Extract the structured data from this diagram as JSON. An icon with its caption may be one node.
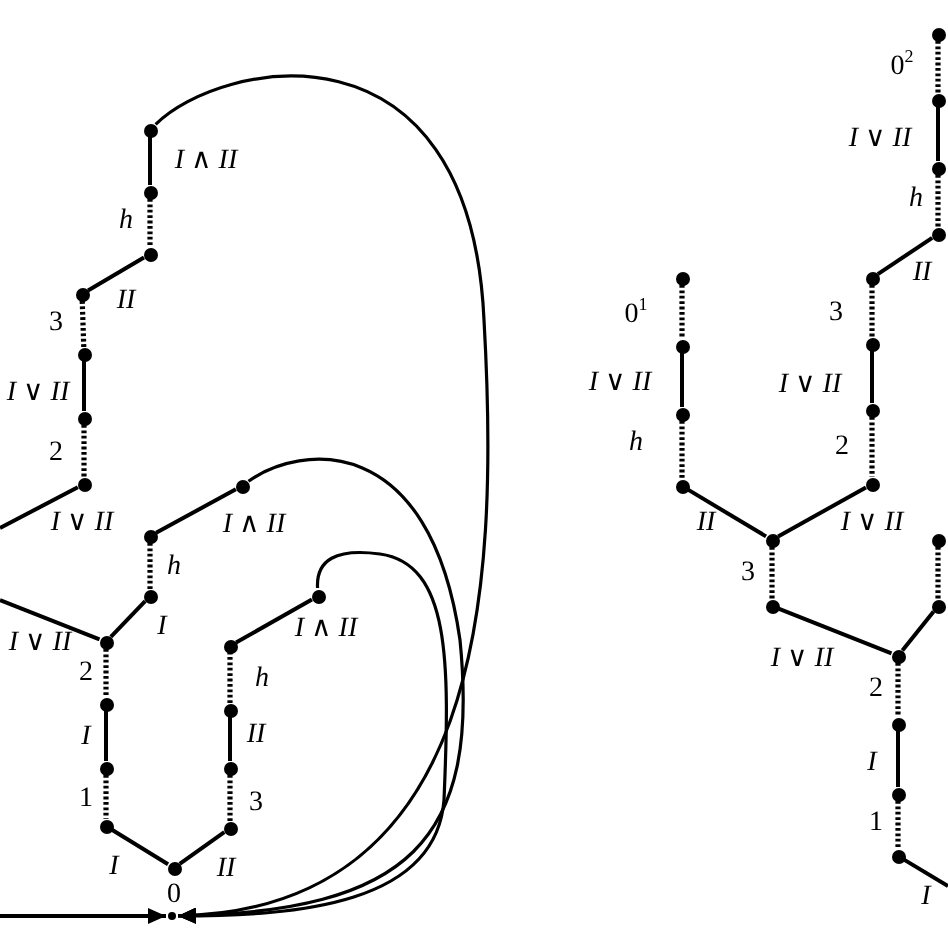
{
  "diagram": {
    "nodes": [
      {
        "text": [],
        "shape": "circle"
      },
      {
        "text": [],
        "shape": "circle"
      },
      {
        "text": [],
        "shape": "circle"
      },
      {
        "text": [],
        "shape": "circle"
      },
      {
        "text": [],
        "shape": "circle"
      },
      {
        "text": [],
        "shape": "circle"
      },
      {
        "text": [],
        "shape": "circle"
      },
      {
        "text": [],
        "shape": "circle"
      },
      {
        "text": [],
        "shape": "circle"
      },
      {
        "text": [],
        "shape": "circle"
      },
      {
        "text": [],
        "shape": "circle"
      },
      {
        "text": [],
        "shape": "circle"
      },
      {
        "text": [],
        "shape": "circle"
      },
      {
        "text": [],
        "shape": "circle"
      },
      {
        "text": [],
        "shape": "circle"
      },
      {
        "text": [],
        "shape": "circle"
      },
      {
        "text": [],
        "shape": "circle"
      },
      {
        "text": [],
        "shape": "circle"
      },
      {
        "text": [],
        "shape": "circle"
      },
      {
        "text": [],
        "shape": "circle",
        "beside": [
          "0"
        ]
      },
      {
        "text": [],
        "shape": "point"
      },
      {
        "text": [],
        "shape": "circle"
      },
      {
        "text": [],
        "shape": "circle"
      },
      {
        "text": [],
        "shape": "circle"
      },
      {
        "text": [],
        "shape": "circle"
      },
      {
        "text": [],
        "shape": "circle"
      },
      {
        "text": [],
        "shape": "circle"
      },
      {
        "text": [],
        "shape": "circle"
      },
      {
        "text": [],
        "shape": "circle"
      },
      {
        "text": [],
        "shape": "circle"
      },
      {
        "text": [],
        "shape": "circle"
      },
      {
        "text": [],
        "shape": "circle"
      },
      {
        "text": [],
        "shape": "circle"
      },
      {
        "text": [],
        "shape": "circle"
      },
      {
        "text": [],
        "shape": "circle"
      },
      {
        "text": [],
        "shape": "circle"
      },
      {
        "text": [],
        "shape": "circle"
      },
      {
        "text": [],
        "shape": "circle"
      },
      {
        "text": [],
        "shape": "circle"
      },
      {
        "text": [],
        "shape": "circle"
      },
      {
        "text": [],
        "shape": "circle"
      }
    ],
    "edges": [
      {
        "from": 0,
        "to": 1,
        "arrow": "none",
        "label": "I ∧ II"
      },
      {
        "from": 1,
        "to": 2,
        "arrow": "none",
        "label": "h",
        "style": "dashed"
      },
      {
        "from": 2,
        "to": 3,
        "arrow": "none",
        "label": "II"
      },
      {
        "from": 3,
        "to": 4,
        "arrow": "none",
        "label": "3",
        "style": "dashed"
      },
      {
        "from": 4,
        "to": 5,
        "arrow": "none",
        "label": "I ∨ II"
      },
      {
        "from": 5,
        "to": 6,
        "arrow": "none",
        "label": "2",
        "style": "dashed"
      },
      {
        "from": 6,
        "to": null,
        "arrow": "none",
        "label": "I ∨ II"
      },
      {
        "from": null,
        "to": 11,
        "arrow": "none",
        "label": "I ∨ II"
      },
      {
        "from": 11,
        "to": 10,
        "arrow": "none",
        "label": "I"
      },
      {
        "from": 10,
        "to": 8,
        "arrow": "none",
        "label": "h",
        "style": "dashed"
      },
      {
        "from": 8,
        "to": 7,
        "arrow": "none",
        "label": "I ∧ II"
      },
      {
        "from": 11,
        "to": 13,
        "arrow": "none",
        "label": "2",
        "style": "dashed"
      },
      {
        "from": 13,
        "to": 15,
        "arrow": "none",
        "label": "I"
      },
      {
        "from": 15,
        "to": 17,
        "arrow": "none",
        "label": "1",
        "style": "dashed"
      },
      {
        "from": 17,
        "to": 19,
        "arrow": "none",
        "label": "I"
      },
      {
        "from": 19,
        "to": 18,
        "arrow": "none",
        "label": "II"
      },
      {
        "from": 18,
        "to": 16,
        "arrow": "none",
        "label": "3",
        "style": "dashed"
      },
      {
        "from": 16,
        "to": 14,
        "arrow": "none",
        "label": "II"
      },
      {
        "from": 14,
        "to": 12,
        "arrow": "none",
        "label": "h",
        "style": "dashed"
      },
      {
        "from": 12,
        "to": 9,
        "arrow": "none",
        "label": "I ∧ II"
      },
      {
        "from": null,
        "to": 20,
        "arrow": "to"
      },
      {
        "from": 0,
        "to": 20,
        "arrow": "to"
      },
      {
        "from": 7,
        "to": 20,
        "arrow": "to"
      },
      {
        "from": 9,
        "to": 20,
        "arrow": "to"
      },
      {
        "from": 21,
        "to": 22,
        "arrow": "none",
        "label": "0$^{2}$",
        "style": "dashed"
      },
      {
        "from": 22,
        "to": 23,
        "arrow": "none",
        "label": "I ∨ II"
      },
      {
        "from": 23,
        "to": 24,
        "arrow": "none",
        "label": "h",
        "style": "dashed"
      },
      {
        "from": 24,
        "to": 26,
        "arrow": "none",
        "label": "II"
      },
      {
        "from": 26,
        "to": 27,
        "arrow": "none",
        "label": "3",
        "style": "dashed"
      },
      {
        "from": 27,
        "to": 29,
        "arrow": "none",
        "label": "I ∨ II"
      },
      {
        "from": 29,
        "to": 31,
        "arrow": "none",
        "label": "2",
        "style": "dashed"
      },
      {
        "from": 25,
        "to": 28,
        "arrow": "none",
        "label": "0$^{1}$",
        "style": "dashed"
      },
      {
        "from": 28,
        "to": 30,
        "arrow": "none",
        "label": "I ∨ II"
      },
      {
        "from": 30,
        "to": 32,
        "arrow": "none",
        "label": "h",
        "style": "dashed"
      },
      {
        "from": 32,
        "to": 33,
        "arrow": "none",
        "label": "II"
      },
      {
        "from": 31,
        "to": 33,
        "arrow": "none",
        "label": "I ∨ II"
      },
      {
        "from": 33,
        "to": 35,
        "arrow": "none",
        "label": "3",
        "style": "dashed"
      },
      {
        "from": 35,
        "to": 37,
        "arrow": "none",
        "label": "I ∨ II"
      },
      {
        "from": 34,
        "to": 36,
        "arrow": "none",
        "style": "dashed"
      },
      {
        "from": 36,
        "to": 37,
        "arrow": "none"
      },
      {
        "from": 37,
        "to": 38,
        "arrow": "none",
        "label": "2",
        "style": "dashed"
      },
      {
        "from": 38,
        "to": 39,
        "arrow": "none",
        "label": "I"
      },
      {
        "from": 39,
        "to": 40,
        "arrow": "none",
        "label": "1",
        "style": "dashed"
      },
      {
        "from": 40,
        "to": null,
        "arrow": "none",
        "label": "I"
      }
    ]
  }
}
